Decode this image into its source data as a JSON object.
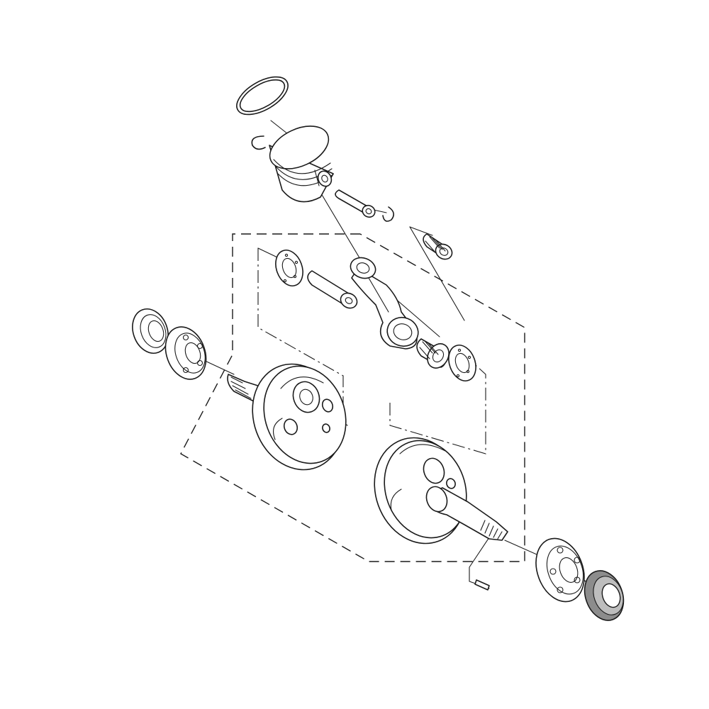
{
  "diagram": {
    "type": "exploded-parts-view",
    "parts": [
      "piston-ring",
      "piston",
      "piston-pin-clip-left",
      "piston-pin",
      "piston-pin-clip-right",
      "small-end-needle-bearing",
      "connecting-rod",
      "crank-pin",
      "thrust-washer-left",
      "big-end-needle-bearing",
      "thrust-washer-right",
      "left-crank-web",
      "right-crank-web",
      "left-oil-seal",
      "left-main-bearing",
      "right-main-bearing",
      "right-oil-seal",
      "woodruff-key"
    ],
    "colors": {
      "line": "#1a1a1a",
      "background": "#ffffff",
      "seal_fill": "#8c8c8c"
    }
  }
}
